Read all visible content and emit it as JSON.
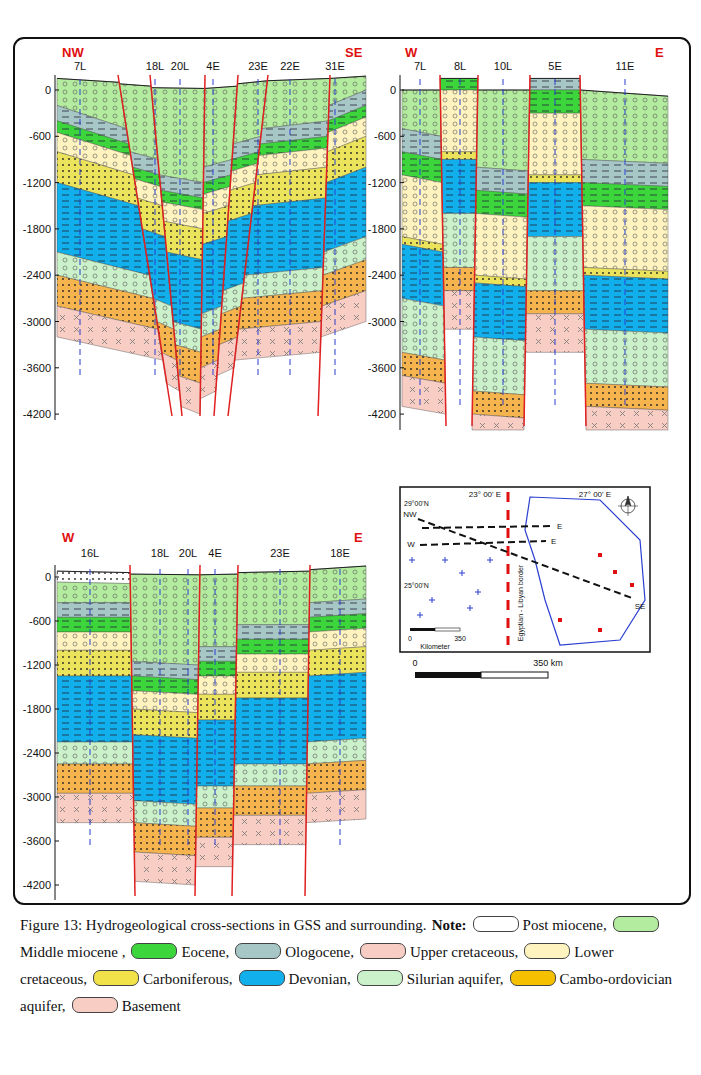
{
  "diagram": {
    "caption": "Figure 13: Hydrogeological cross-sections in GSS and surrounding.",
    "labels": [
      "NW",
      "SE",
      "7L",
      "18L",
      "20L",
      "4E",
      "23E",
      "22E",
      "31E",
      "0",
      "-600",
      "-1200",
      "-1800",
      "-2400",
      "-3000",
      "-3600",
      "-4200",
      "W",
      "E",
      "7L",
      "8L",
      "10L",
      "5E",
      "11E",
      "0",
      "-600",
      "-1200",
      "-1800",
      "-2400",
      "-3000",
      "-3600",
      "-4200",
      "W",
      "E",
      "16L",
      "18L",
      "20L",
      "4E",
      "23E",
      "18E",
      "0",
      "-600",
      "-1200",
      "-1800",
      "-2400",
      "-3000",
      "-3600",
      "-4200",
      "23° 00' E",
      "27° 00' E",
      "29°00'N",
      "25°00'N",
      "NW",
      "E",
      "W",
      "E",
      "SE",
      "Egyptian - Libyan border",
      "0",
      "350",
      "Kilometer",
      "0",
      "350 km",
      "Note:"
    ],
    "legend": [
      {
        "text": "Post miocene,",
        "color": "#ffffff"
      },
      {
        "text": "Middle miocene ,",
        "color": "#b3ec9e"
      },
      {
        "text": "Eocene,",
        "color": "#3cd63c"
      },
      {
        "text": "Ologocene,",
        "color": "#a7c6c6"
      },
      {
        "text": "Upper cretaceous,",
        "color": "#f8cdc4"
      },
      {
        "text": "Lower cretaceous,",
        "color": "#fff4c0"
      },
      {
        "text": "Carboniferous,",
        "color": "#f2e24a"
      },
      {
        "text": "Devonian,",
        "color": "#11b0ec"
      },
      {
        "text": "Silurian aquifer,",
        "color": "#caf1c9"
      },
      {
        "text": "Cambo-ordovician aquifer,",
        "color": "#f5c000"
      },
      {
        "text": "Basement",
        "color": "#f8cdc4"
      }
    ]
  }
}
